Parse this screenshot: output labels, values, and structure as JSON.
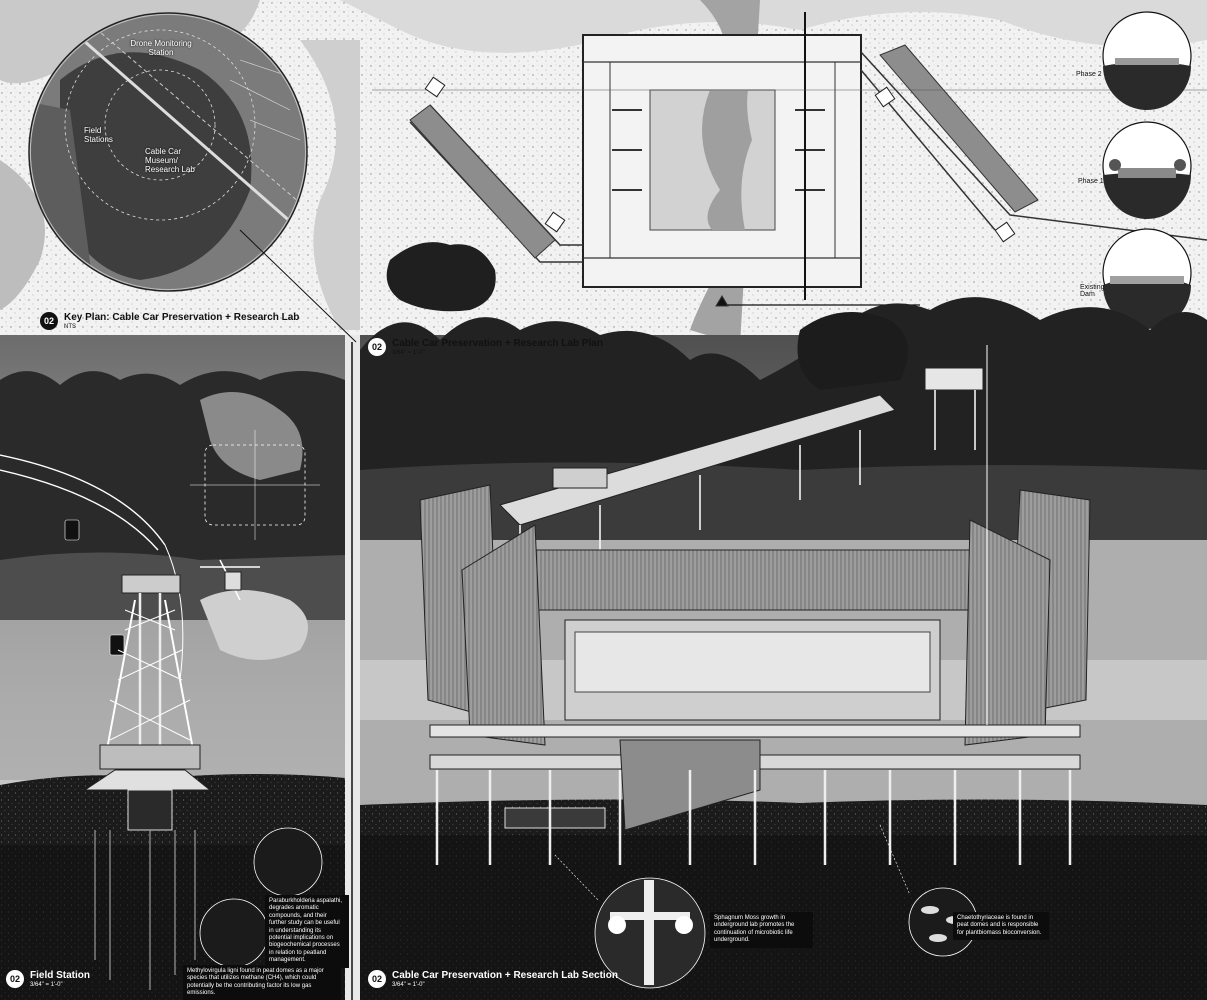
{
  "key_plan": {
    "number": "02",
    "title": "Key Plan: Cable Car Preservation + Research Lab",
    "scale": "NTS",
    "labels": [
      "Drone Monitoring Station",
      "Field Stations",
      "Cable Car Museum/ Research Lab"
    ]
  },
  "plan": {
    "number": "02",
    "title": "Cable Car Preservation + Research Lab Plan",
    "scale": "3/64\" = 1'-0\""
  },
  "phases": [
    "Phase 2",
    "Phase 1",
    "Existing Dam"
  ],
  "field_station": {
    "number": "02",
    "title": "Field Station",
    "scale": "3/64\" = 1'-0\""
  },
  "section": {
    "number": "02",
    "title": "Cable Car Preservation + Research Lab Section",
    "scale": "3/64\" = 1'-0\""
  },
  "notes": {
    "paraburkholderia": "Paraburkholderia aspalathi, degrades aromatic compounds, and their further study can be useful in understanding its potential implications on biogeochemical processes in relation to peatland management.",
    "methylovirgula": "Methylovirgula ligni found in peat domes as a major species that utilizes methane (CH4), which could potentially be the contributing factor its low gas emissions.",
    "sphagnum": "Sphagnum Moss growth in underground lab promotes the continuation of microbiotic life underground.",
    "chaetothyriaceae": "Chaetothyriaceae is found in peat domes and is responsible for plantbiomass bioconversion."
  }
}
